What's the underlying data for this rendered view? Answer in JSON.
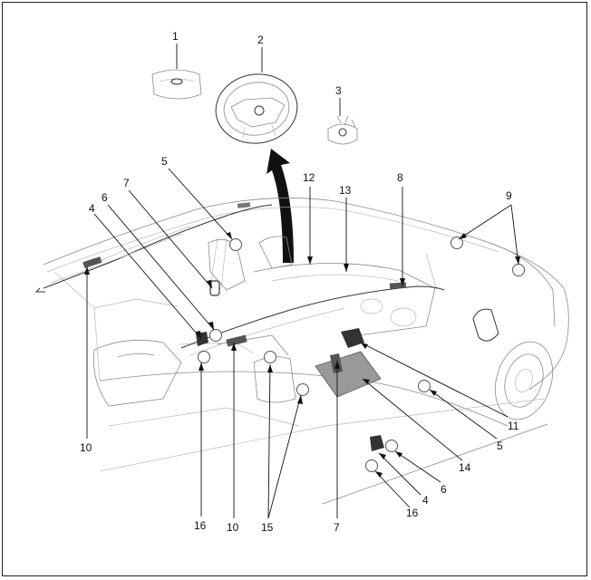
{
  "diagram": {
    "callouts": [
      {
        "id": "c1",
        "label": "1"
      },
      {
        "id": "c2",
        "label": "2"
      },
      {
        "id": "c3",
        "label": "3"
      },
      {
        "id": "c5a",
        "label": "5"
      },
      {
        "id": "c7a",
        "label": "7"
      },
      {
        "id": "c6a",
        "label": "6"
      },
      {
        "id": "c4a",
        "label": "4"
      },
      {
        "id": "c12",
        "label": "12"
      },
      {
        "id": "c13",
        "label": "13"
      },
      {
        "id": "c8",
        "label": "8"
      },
      {
        "id": "c9",
        "label": "9"
      },
      {
        "id": "c10a",
        "label": "10"
      },
      {
        "id": "c16a",
        "label": "16"
      },
      {
        "id": "c10b",
        "label": "10"
      },
      {
        "id": "c15",
        "label": "15"
      },
      {
        "id": "c7b",
        "label": "7"
      },
      {
        "id": "c14",
        "label": "14"
      },
      {
        "id": "c11",
        "label": "11"
      },
      {
        "id": "c5b",
        "label": "5"
      },
      {
        "id": "c6b",
        "label": "6"
      },
      {
        "id": "c4b",
        "label": "4"
      },
      {
        "id": "c16b",
        "label": "16"
      }
    ]
  }
}
